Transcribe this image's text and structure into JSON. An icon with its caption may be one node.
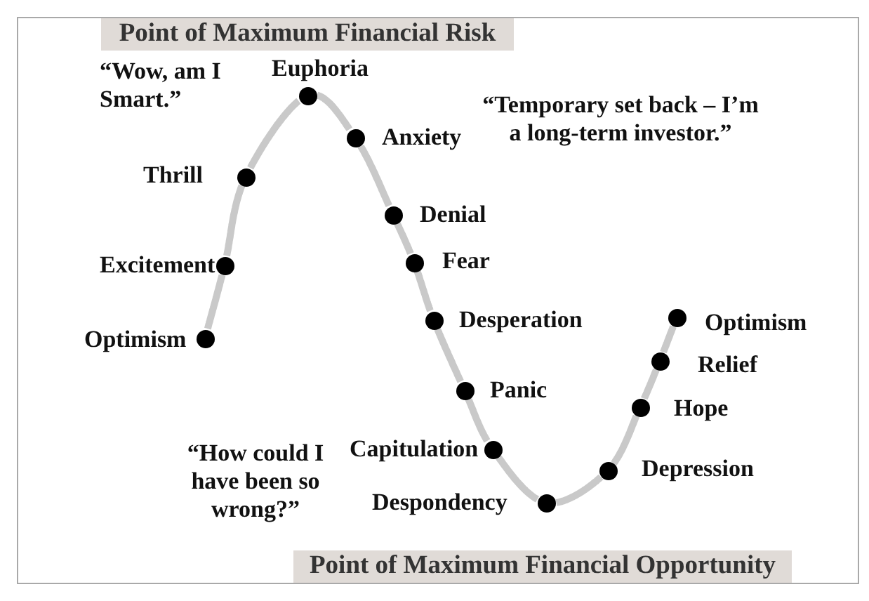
{
  "diagram": {
    "nodes": [
      {
        "text": [
          "Point of Maximum Financial Risk"
        ]
      },
      {
        "text": [],
        "shape": "circle",
        "beside": [
          "Optimism"
        ]
      },
      {
        "text": [],
        "shape": "circle",
        "beside": [
          "Excitement"
        ]
      },
      {
        "text": [],
        "shape": "circle",
        "beside": [
          "Thrill"
        ]
      },
      {
        "text": [],
        "shape": "circle",
        "beside": [
          "Euphoria"
        ]
      },
      {
        "text": [],
        "shape": "circle",
        "beside": [
          "Anxiety"
        ]
      },
      {
        "text": [],
        "shape": "circle",
        "beside": [
          "Denial"
        ]
      },
      {
        "text": [],
        "shape": "circle",
        "beside": [
          "Fear"
        ]
      },
      {
        "text": [],
        "shape": "circle",
        "beside": [
          "Desperation"
        ]
      },
      {
        "text": [],
        "shape": "circle",
        "beside": [
          "Panic"
        ]
      },
      {
        "text": [],
        "shape": "circle",
        "beside": [
          "Capitulation"
        ]
      },
      {
        "text": [],
        "shape": "circle",
        "beside": [
          "Despondency"
        ]
      },
      {
        "text": [],
        "shape": "circle",
        "beside": [
          "Depression"
        ]
      },
      {
        "text": [],
        "shape": "circle",
        "beside": [
          "Hope"
        ]
      },
      {
        "text": [],
        "shape": "circle",
        "beside": [
          "Relief"
        ]
      },
      {
        "text": [],
        "shape": "circle",
        "beside": [
          "Optimism"
        ]
      },
      {
        "text": [
          "Point of Maximum Financial Opportunity"
        ]
      }
    ],
    "edges": [
      {
        "from": 1,
        "to": 2,
        "arrow": "none"
      },
      {
        "from": 2,
        "to": 3,
        "arrow": "none"
      },
      {
        "from": 3,
        "to": 4,
        "arrow": "none"
      },
      {
        "from": 4,
        "to": 5,
        "arrow": "none"
      },
      {
        "from": 5,
        "to": 6,
        "arrow": "none"
      },
      {
        "from": 6,
        "to": 7,
        "arrow": "none"
      },
      {
        "from": 7,
        "to": 8,
        "arrow": "none"
      },
      {
        "from": 8,
        "to": 9,
        "arrow": "none"
      },
      {
        "from": 9,
        "to": 10,
        "arrow": "none"
      },
      {
        "from": 10,
        "to": 11,
        "arrow": "none"
      },
      {
        "from": 11,
        "to": 12,
        "arrow": "none"
      },
      {
        "from": 12,
        "to": 13,
        "arrow": "none"
      },
      {
        "from": 13,
        "to": 14,
        "arrow": "none"
      },
      {
        "from": 14,
        "to": 15,
        "arrow": "none"
      }
    ],
    "labels": [
      "“Wow, am I Smart.”",
      "“Temporary set back – I’m a long-term investor.”",
      "“How could I have been so wrong?”"
    ]
  }
}
